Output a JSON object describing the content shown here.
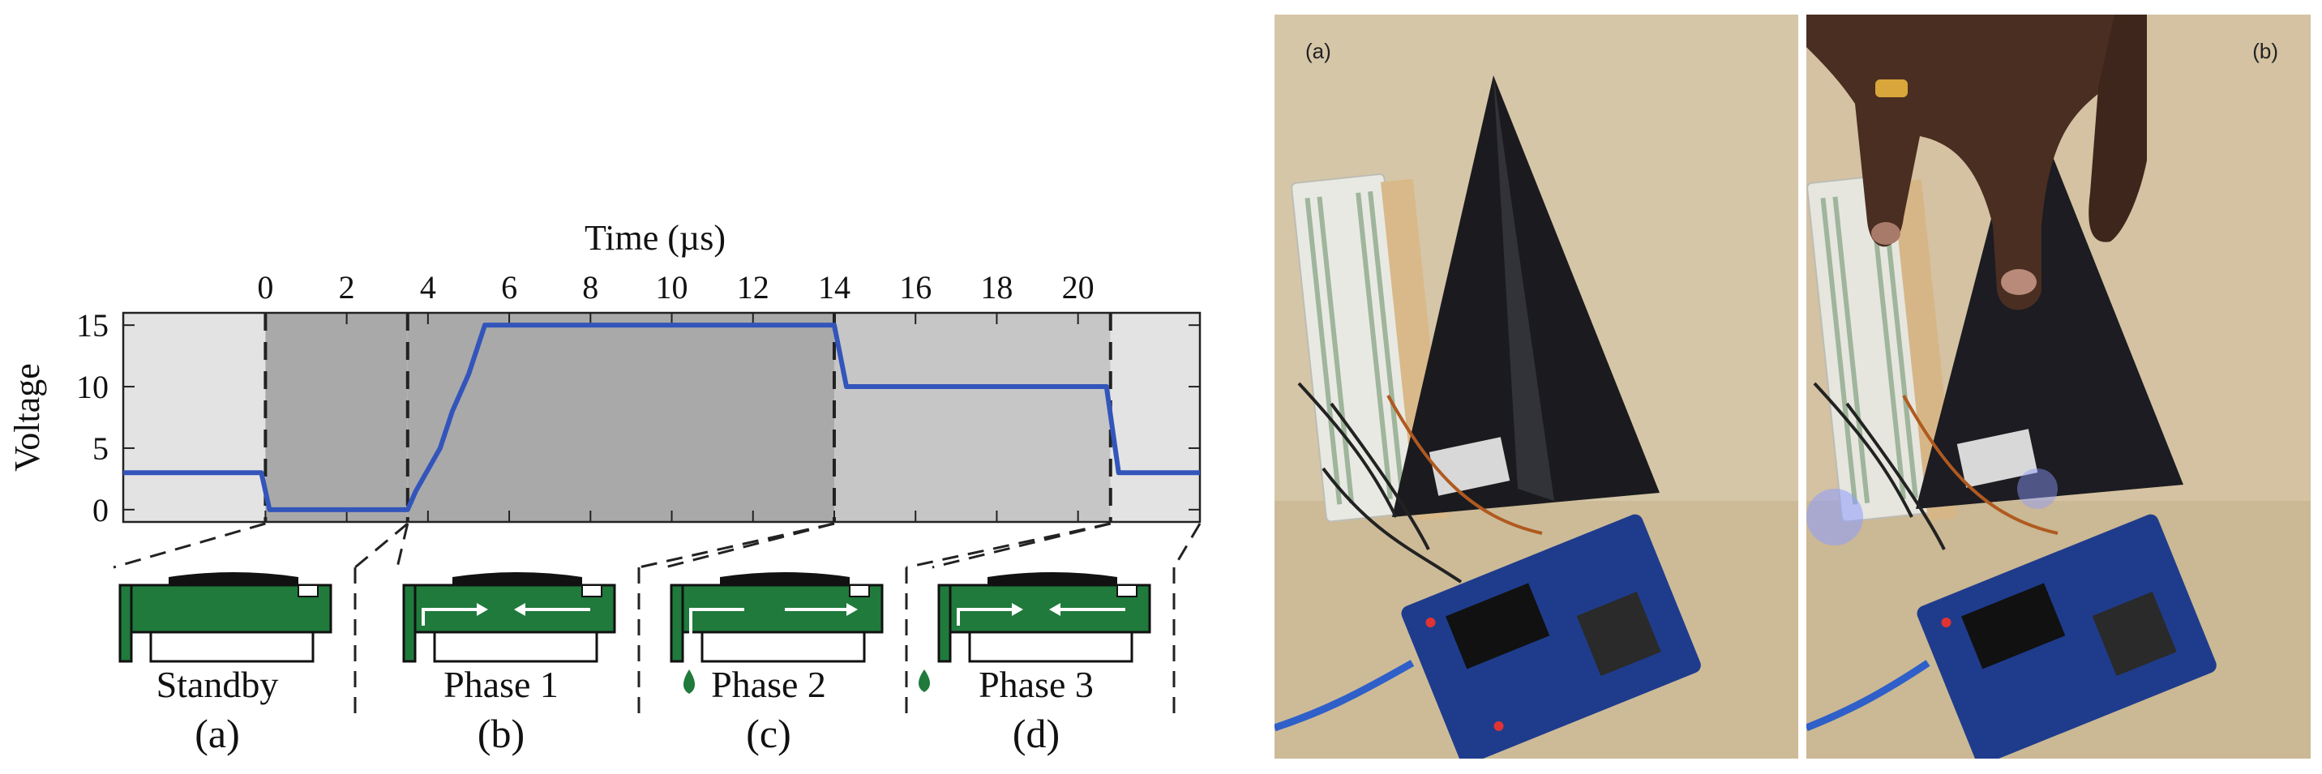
{
  "chart_data": {
    "type": "line",
    "title": "",
    "xlabel": "Time (µs)",
    "ylabel": "Voltage",
    "x_axis_position": "top",
    "xlim": [
      -3.5,
      23
    ],
    "ylim": [
      -1,
      16
    ],
    "xticks": [
      0,
      2,
      4,
      6,
      8,
      10,
      12,
      14,
      16,
      18,
      20
    ],
    "yticks": [
      0,
      5,
      10,
      15
    ],
    "grid": false,
    "series": [
      {
        "color": "#3355bb",
        "x": [
          -3.5,
          -0.1,
          0.1,
          3.5,
          3.7,
          4.3,
          4.6,
          5.0,
          5.4,
          14.0,
          14.3,
          20.7,
          21.0,
          23.0
        ],
        "y": [
          3,
          3,
          0,
          0,
          1.5,
          5,
          8,
          11,
          15,
          15,
          10,
          10,
          3,
          3
        ]
      }
    ],
    "phase_boundaries": [
      0,
      3.5,
      14,
      20.8
    ],
    "phase_shading": [
      "light",
      "dark",
      "dark",
      "medium",
      "light"
    ]
  },
  "phases": [
    {
      "name": "Standby",
      "letter": "(a)"
    },
    {
      "name": "Phase 1",
      "letter": "(b)"
    },
    {
      "name": "Phase 2",
      "letter": "(c)"
    },
    {
      "name": "Phase 3",
      "letter": "(d)"
    }
  ],
  "photos": [
    {
      "label": "(a)",
      "content": "cone-and-breadboard-photo"
    },
    {
      "label": "(b)",
      "content": "finger-touching-cone-photo"
    }
  ],
  "colors": {
    "line": "#3355bb",
    "fluid": "#1f7a3c",
    "light_band": "#e3e3e3",
    "dark_band": "#a9a9a9",
    "mid_band": "#c6c6c6"
  }
}
